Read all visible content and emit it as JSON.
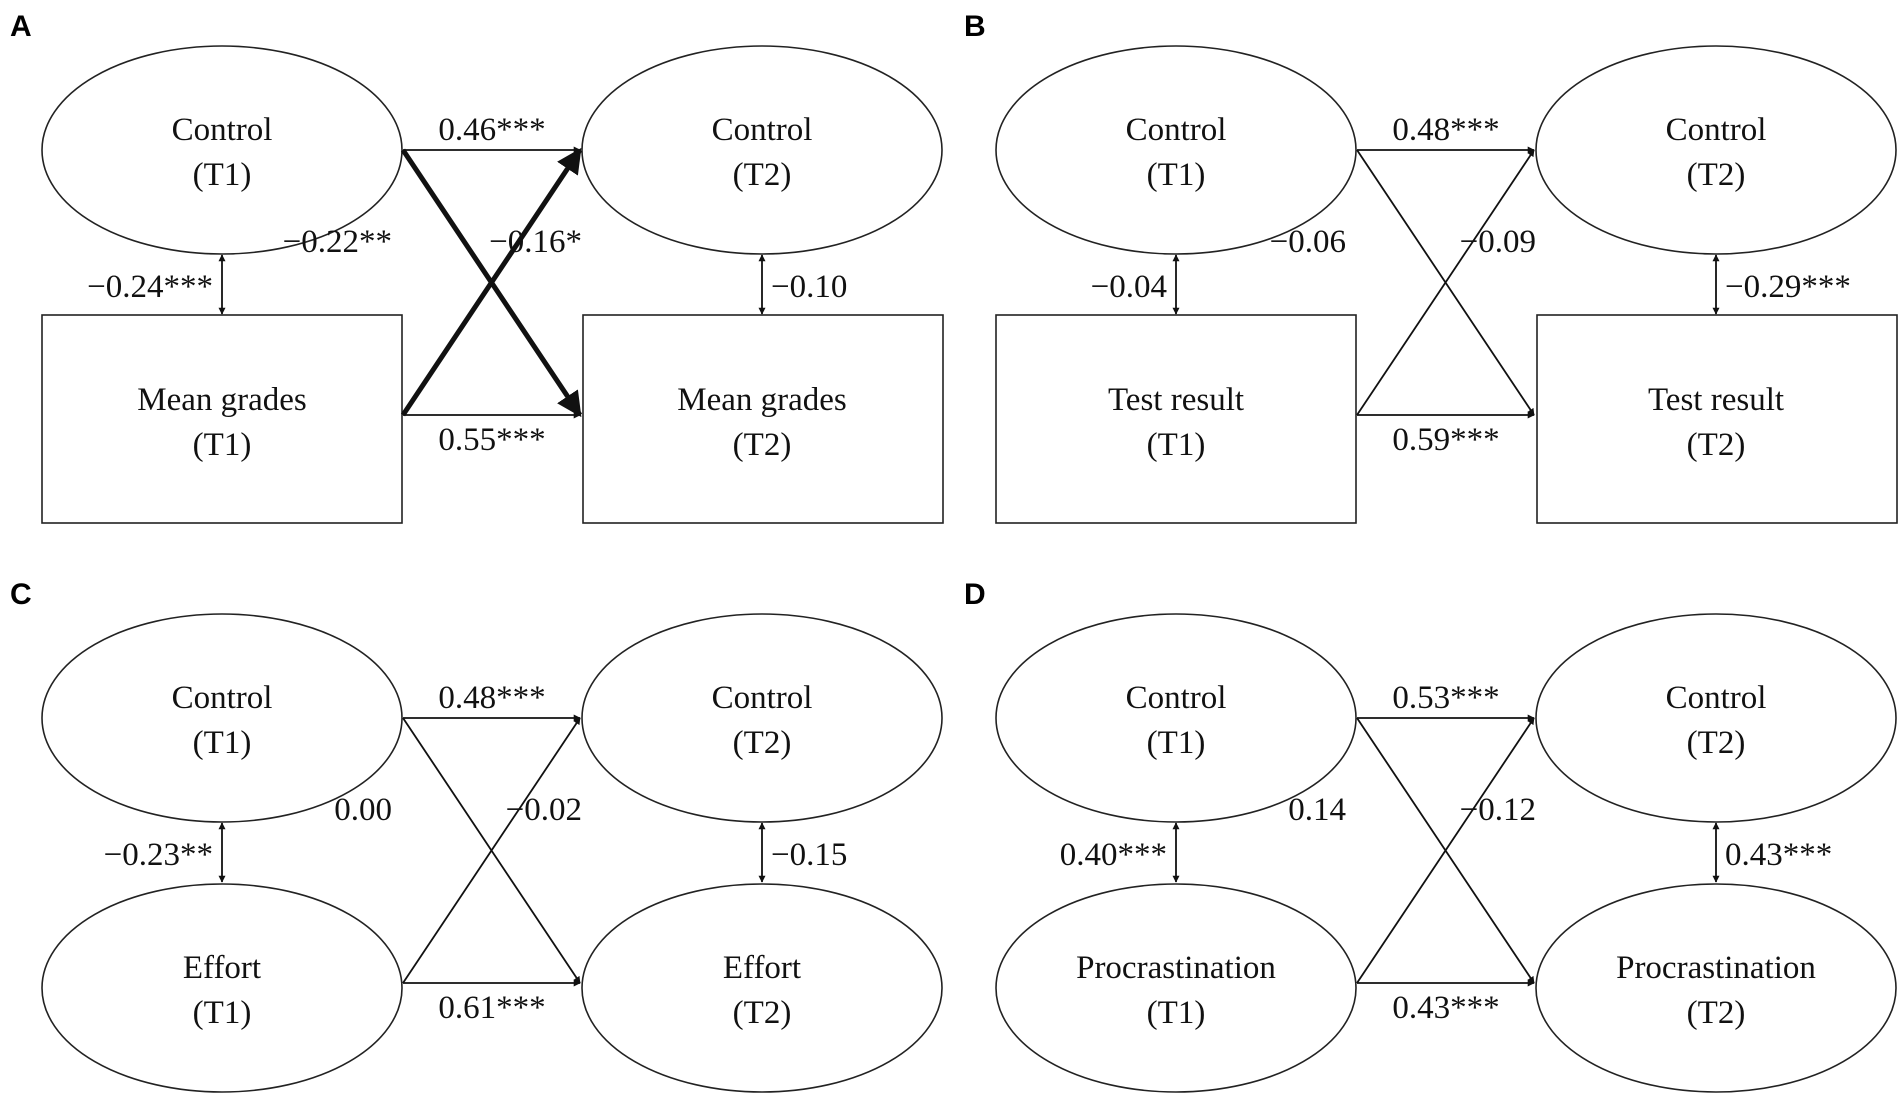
{
  "colors": {
    "line": "#111111",
    "background": "#ffffff"
  },
  "panels": [
    {
      "letter": "A",
      "nodes": {
        "t1_top": {
          "shape": "ellipse",
          "label": "Control",
          "time": "(T1)"
        },
        "t2_top": {
          "shape": "ellipse",
          "label": "Control",
          "time": "(T2)"
        },
        "t1_bottom": {
          "shape": "rectangle",
          "label": "Mean grades",
          "time": "(T1)"
        },
        "t2_bottom": {
          "shape": "rectangle",
          "label": "Mean grades",
          "time": "(T2)"
        }
      },
      "paths": {
        "stability_top": "0.46***",
        "stability_bottom": "0.55***",
        "cross_top_to_bottom": "−0.22**",
        "cross_bottom_to_top": "−0.16*",
        "correlation_t1": "−0.24***",
        "correlation_t2": "−0.10"
      },
      "bold_cross_paths": true
    },
    {
      "letter": "B",
      "nodes": {
        "t1_top": {
          "shape": "ellipse",
          "label": "Control",
          "time": "(T1)"
        },
        "t2_top": {
          "shape": "ellipse",
          "label": "Control",
          "time": "(T2)"
        },
        "t1_bottom": {
          "shape": "rectangle",
          "label": "Test result",
          "time": "(T1)"
        },
        "t2_bottom": {
          "shape": "rectangle",
          "label": "Test result",
          "time": "(T2)"
        }
      },
      "paths": {
        "stability_top": "0.48***",
        "stability_bottom": "0.59***",
        "cross_top_to_bottom": "−0.06",
        "cross_bottom_to_top": "−0.09",
        "correlation_t1": "−0.04",
        "correlation_t2": "−0.29***"
      },
      "bold_cross_paths": false
    },
    {
      "letter": "C",
      "nodes": {
        "t1_top": {
          "shape": "ellipse",
          "label": "Control",
          "time": "(T1)"
        },
        "t2_top": {
          "shape": "ellipse",
          "label": "Control",
          "time": "(T2)"
        },
        "t1_bottom": {
          "shape": "ellipse",
          "label": "Effort",
          "time": "(T1)"
        },
        "t2_bottom": {
          "shape": "ellipse",
          "label": "Effort",
          "time": "(T2)"
        }
      },
      "paths": {
        "stability_top": "0.48***",
        "stability_bottom": "0.61***",
        "cross_top_to_bottom": "0.00",
        "cross_bottom_to_top": "−0.02",
        "correlation_t1": "−0.23**",
        "correlation_t2": "−0.15"
      },
      "bold_cross_paths": false
    },
    {
      "letter": "D",
      "nodes": {
        "t1_top": {
          "shape": "ellipse",
          "label": "Control",
          "time": "(T1)"
        },
        "t2_top": {
          "shape": "ellipse",
          "label": "Control",
          "time": "(T2)"
        },
        "t1_bottom": {
          "shape": "ellipse",
          "label": "Procrastination",
          "time": "(T1)"
        },
        "t2_bottom": {
          "shape": "ellipse",
          "label": "Procrastination",
          "time": "(T2)"
        }
      },
      "paths": {
        "stability_top": "0.53***",
        "stability_bottom": "0.43***",
        "cross_top_to_bottom": "0.14",
        "cross_bottom_to_top": "−0.12",
        "correlation_t1": "0.40***",
        "correlation_t2": "0.43***"
      },
      "bold_cross_paths": false
    }
  ]
}
